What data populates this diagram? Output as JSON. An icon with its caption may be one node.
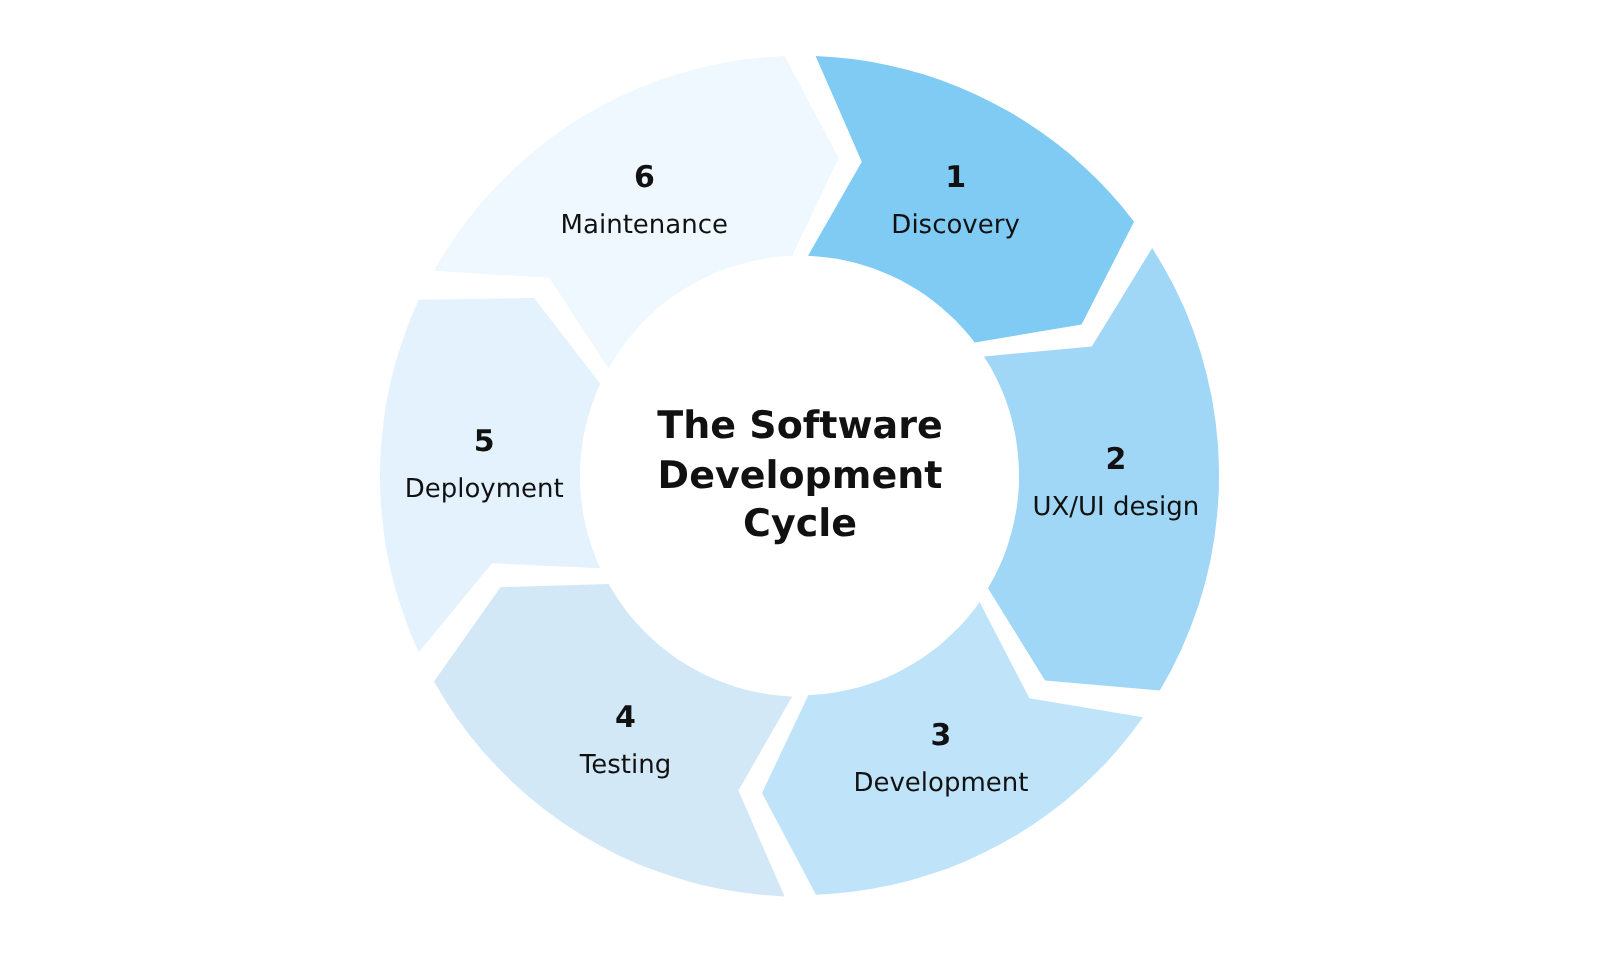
{
  "diagram": {
    "nodes": [
      {
        "text": [
          "The Software Development Cycle"
        ]
      },
      {
        "text": [
          "1",
          "Discovery"
        ]
      },
      {
        "text": [
          "2",
          "UX/UI design"
        ]
      },
      {
        "text": [
          "3",
          "Development"
        ]
      },
      {
        "text": [
          "4",
          "Testing"
        ]
      },
      {
        "text": [
          "5",
          "Deployment"
        ]
      },
      {
        "text": [
          "6",
          "Maintenance"
        ]
      }
    ]
  }
}
